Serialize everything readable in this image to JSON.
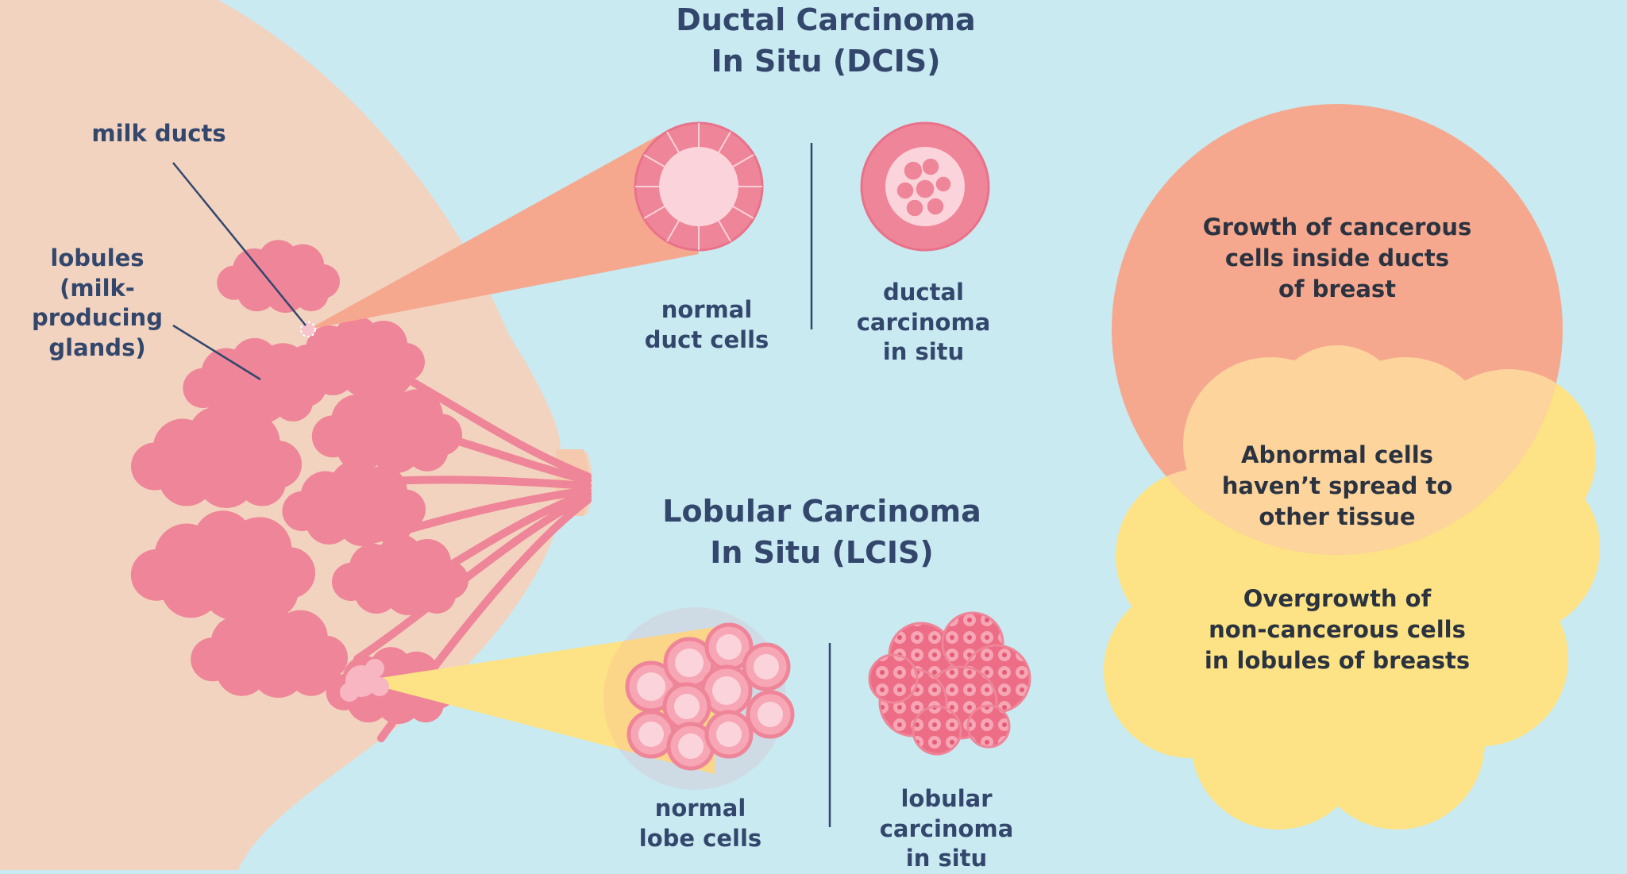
{
  "labels": {
    "milk_ducts": "milk ducts",
    "lobules": "lobules\n(milk-producing\nglands)"
  },
  "dcis": {
    "title": "Ductal Carcinoma\nIn Situ (DCIS)",
    "normal_caption": "normal\nduct cells",
    "carcinoma_caption": "ductal\ncarcinoma\nin situ"
  },
  "lcis": {
    "title": "Lobular Carcinoma\nIn Situ (LCIS)",
    "normal_caption": "normal\nlobe cells",
    "carcinoma_caption": "lobular\ncarcinoma\nin situ"
  },
  "venn": {
    "dcis_text": "Growth of cancerous\ncells inside ducts\nof breast",
    "overlap_text": "Abnormal cells\nhaven’t spread to\nother tissue",
    "lcis_text": "Overgrowth of\nnon-cancerous cells\nin lobules of breasts"
  },
  "colors": {
    "background": "#c9eaf1",
    "skin": "#f2d3bf",
    "lobule_pink": "#ef8598",
    "dcis_salmon": "#f6a88e",
    "lcis_yellow": "#fde385",
    "overlap": "#fcd49c",
    "text_navy": "#33476d"
  }
}
